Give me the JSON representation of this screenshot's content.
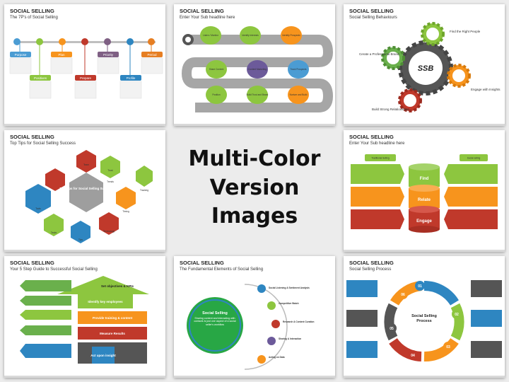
{
  "center": {
    "line1": "Multi-Color",
    "line2": "Version Images"
  },
  "slides": [
    {
      "title": "SOCIAL SELLING",
      "subtitle": "The 7P's of Social Selling",
      "items": [
        "Purpose",
        "Plan",
        "Priority",
        "Period",
        "Positives",
        "Prepare",
        "Profile"
      ]
    },
    {
      "title": "SOCIAL SELLING",
      "subtitle": "Enter Your Sub headline here",
      "items": [
        "Listen / Monitor",
        "Identify Interests",
        "Identify Prospects",
        "Share Content",
        "Content Marketing",
        "Track Prospects",
        "Position",
        "Build Trust and Brand",
        "Nurture and Build"
      ]
    },
    {
      "title": "SOCIAL SELLING",
      "subtitle": "Social Selling Behaviours",
      "center": "SSB",
      "items": [
        "Find the Right People",
        "Cerate a Professional Brand",
        "Engage with Insights",
        "Build Strong Relationships"
      ]
    },
    {
      "title": "SOCIAL SELLING",
      "subtitle": "Top Tips for Social Selling Success",
      "center": "Top Tips for Social Selling Success",
      "items": [
        "Team",
        "Trust",
        "Trends",
        "Tracking",
        "Tools",
        "Timing",
        "Tasks",
        "Tips",
        "Technology"
      ]
    },
    {
      "title": "SOCIAL SELLING",
      "subtitle": "Enter Your Sub headline here",
      "left_label": "Traditional Selling",
      "right_label": "Social selling",
      "stages": [
        "Find",
        "Relate",
        "Engage"
      ]
    },
    {
      "title": "SOCIAL SELLING",
      "subtitle": "Your 5 Step Guide to Successful Social Selling",
      "steps": [
        "Set objectives & KPIs",
        "Identify key employees",
        "Provide training & content",
        "Measure Results",
        "Act upon insight"
      ]
    },
    {
      "title": "SOCIAL SELLING",
      "subtitle": "The Fundamental Elements of Social Selling",
      "center": "Social Selling",
      "center_text": "Sharing content and interacting with contacts is just one aspect of a social seller's workflow",
      "items": [
        "Social Listening & Sentiment Analysis",
        "Competitive Watch",
        "Research & Content Curation",
        "Sharing & Interaction",
        "Acting on Data"
      ]
    },
    {
      "title": "SOCIAL SELLING",
      "subtitle": "Social Selling Process",
      "center": "Social Selling Process",
      "steps": [
        "01",
        "02",
        "03",
        "04",
        "05",
        "06"
      ]
    }
  ]
}
